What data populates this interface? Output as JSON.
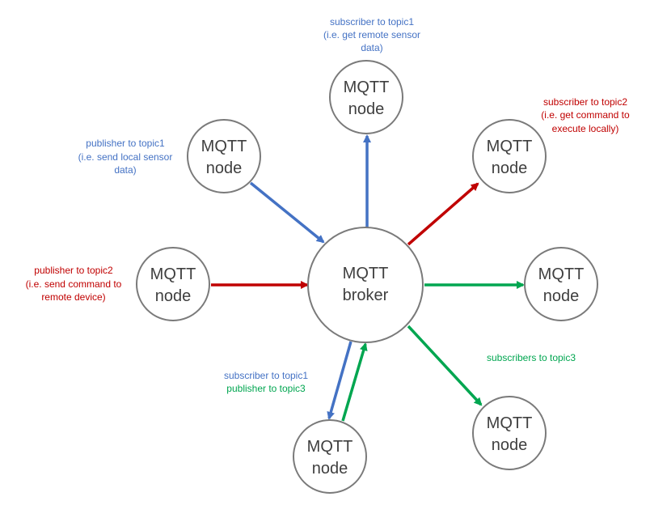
{
  "colors": {
    "blue": "#4472c4",
    "red": "#c00000",
    "green": "#00a650",
    "node_stroke": "#7a7a7a",
    "node_text": "#3f3f3f"
  },
  "broker": {
    "line1": "MQTT",
    "line2": "broker"
  },
  "nodes": [
    {
      "id": "top",
      "line1": "MQTT",
      "line2": "node"
    },
    {
      "id": "upper-left",
      "line1": "MQTT",
      "line2": "node"
    },
    {
      "id": "upper-right",
      "line1": "MQTT",
      "line2": "node"
    },
    {
      "id": "left",
      "line1": "MQTT",
      "line2": "node"
    },
    {
      "id": "right",
      "line1": "MQTT",
      "line2": "node"
    },
    {
      "id": "bottom",
      "line1": "MQTT",
      "line2": "node"
    },
    {
      "id": "lower-right",
      "line1": "MQTT",
      "line2": "node"
    }
  ],
  "annotations": {
    "top": {
      "lines": [
        "subscriber to topic1",
        "(i.e. get remote sensor",
        "data)"
      ],
      "color": "blue"
    },
    "upper_left": {
      "lines": [
        "publisher to topic1",
        "(i.e. send local sensor",
        "data)"
      ],
      "color": "blue"
    },
    "upper_right": {
      "lines": [
        "subscriber to topic2",
        "(i.e. get command to",
        "execute locally)"
      ],
      "color": "red"
    },
    "left": {
      "lines": [
        "publisher to topic2",
        "(i.e. send command to",
        "remote device)"
      ],
      "color": "red"
    },
    "lower_right": {
      "lines": [
        "subscribers to topic3"
      ],
      "color": "green"
    },
    "bottom_sub": {
      "lines": [
        "subscriber to topic1"
      ],
      "color": "blue"
    },
    "bottom_pub": {
      "lines": [
        "publisher to topic3"
      ],
      "color": "green"
    }
  },
  "edges": [
    {
      "from": "upper-left",
      "to": "broker",
      "color": "blue"
    },
    {
      "from": "broker",
      "to": "top",
      "color": "blue"
    },
    {
      "from": "broker",
      "to": "upper-right",
      "color": "red"
    },
    {
      "from": "left",
      "to": "broker",
      "color": "red"
    },
    {
      "from": "broker",
      "to": "right",
      "color": "green"
    },
    {
      "from": "broker",
      "to": "lower-right",
      "color": "green"
    },
    {
      "from": "broker",
      "to": "bottom",
      "color": "blue"
    },
    {
      "from": "bottom",
      "to": "broker",
      "color": "green"
    }
  ]
}
